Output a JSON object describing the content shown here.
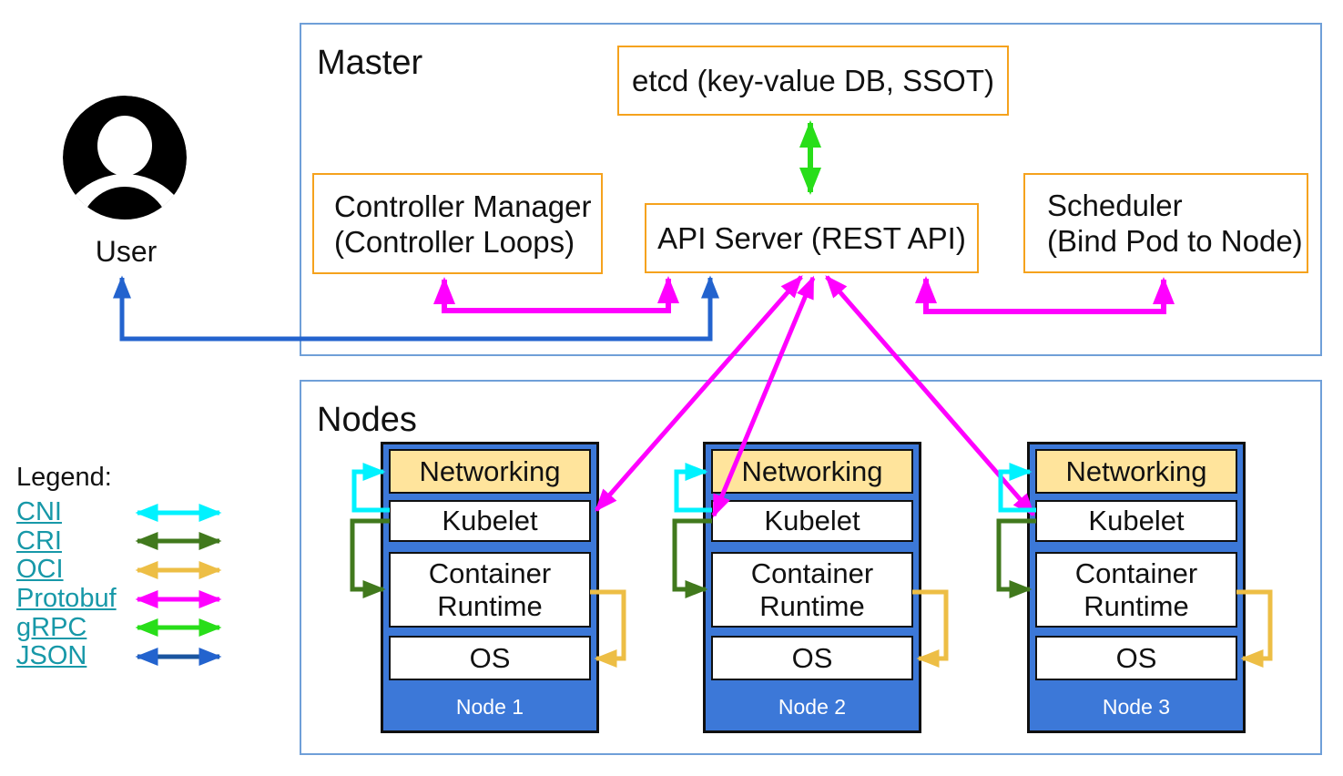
{
  "colors": {
    "orange": "#F5A21D",
    "panel_border": "#6F9FD8",
    "node_blue": "#3C78D8",
    "net_fill": "#FFE49C",
    "teal": "#1798A8",
    "cni": "#00F2FF",
    "cri": "#41791D",
    "oci": "#EDBE45",
    "protobuf": "#FF00FF",
    "grpc": "#28DE19",
    "json": "#1A55A0",
    "userblue": "#2363CE"
  },
  "user": {
    "label": "User"
  },
  "master": {
    "title": "Master",
    "etcd_label": "etcd (key-value DB, SSOT)",
    "api_server_label": "API Server (REST API)",
    "controller_manager": {
      "line1": "Controller Manager",
      "line2": "(Controller Loops)"
    },
    "scheduler": {
      "line1": "Scheduler",
      "line2": "(Bind Pod to Node)"
    }
  },
  "nodes": {
    "title": "Nodes",
    "layers": {
      "networking": "Networking",
      "kubelet": "Kubelet",
      "container_runtime": "Container Runtime",
      "os": "OS"
    },
    "items": [
      {
        "name": "Node 1"
      },
      {
        "name": "Node 2"
      },
      {
        "name": "Node 3"
      }
    ]
  },
  "legend": {
    "title": "Legend:",
    "items": [
      {
        "label": "CNI",
        "color": "#00F2FF"
      },
      {
        "label": "CRI",
        "color": "#41791D"
      },
      {
        "label": "OCI",
        "color": "#EDBE45"
      },
      {
        "label": "Protobuf",
        "color": "#FF00FF"
      },
      {
        "label": "gRPC",
        "color": "#28DE19"
      },
      {
        "label": "JSON",
        "color": "#1A55A0"
      }
    ]
  }
}
